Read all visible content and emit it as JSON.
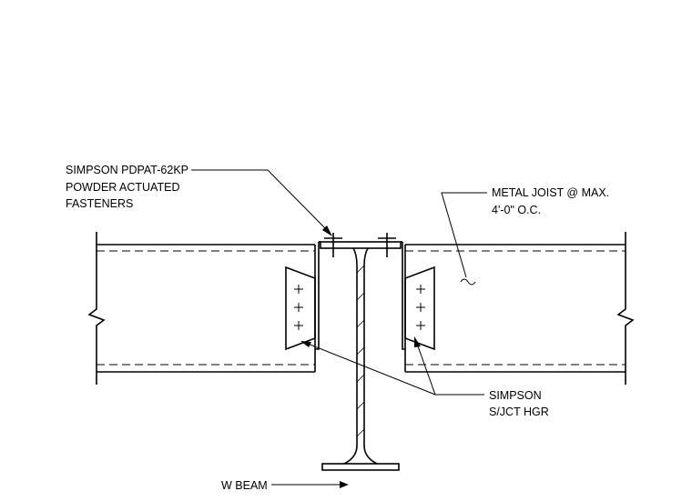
{
  "labels": {
    "fasteners": [
      "SIMPSON PDPAT-62KP",
      "POWDER ACTUATED",
      "FASTENERS"
    ],
    "joist": [
      "METAL JOIST @ MAX.",
      "4'-0\" O.C."
    ],
    "hanger": [
      "SIMPSON",
      "S/JCT HGR"
    ],
    "beam": [
      "W BEAM"
    ]
  },
  "colors": {
    "line": "#000000",
    "background": "#ffffff"
  }
}
